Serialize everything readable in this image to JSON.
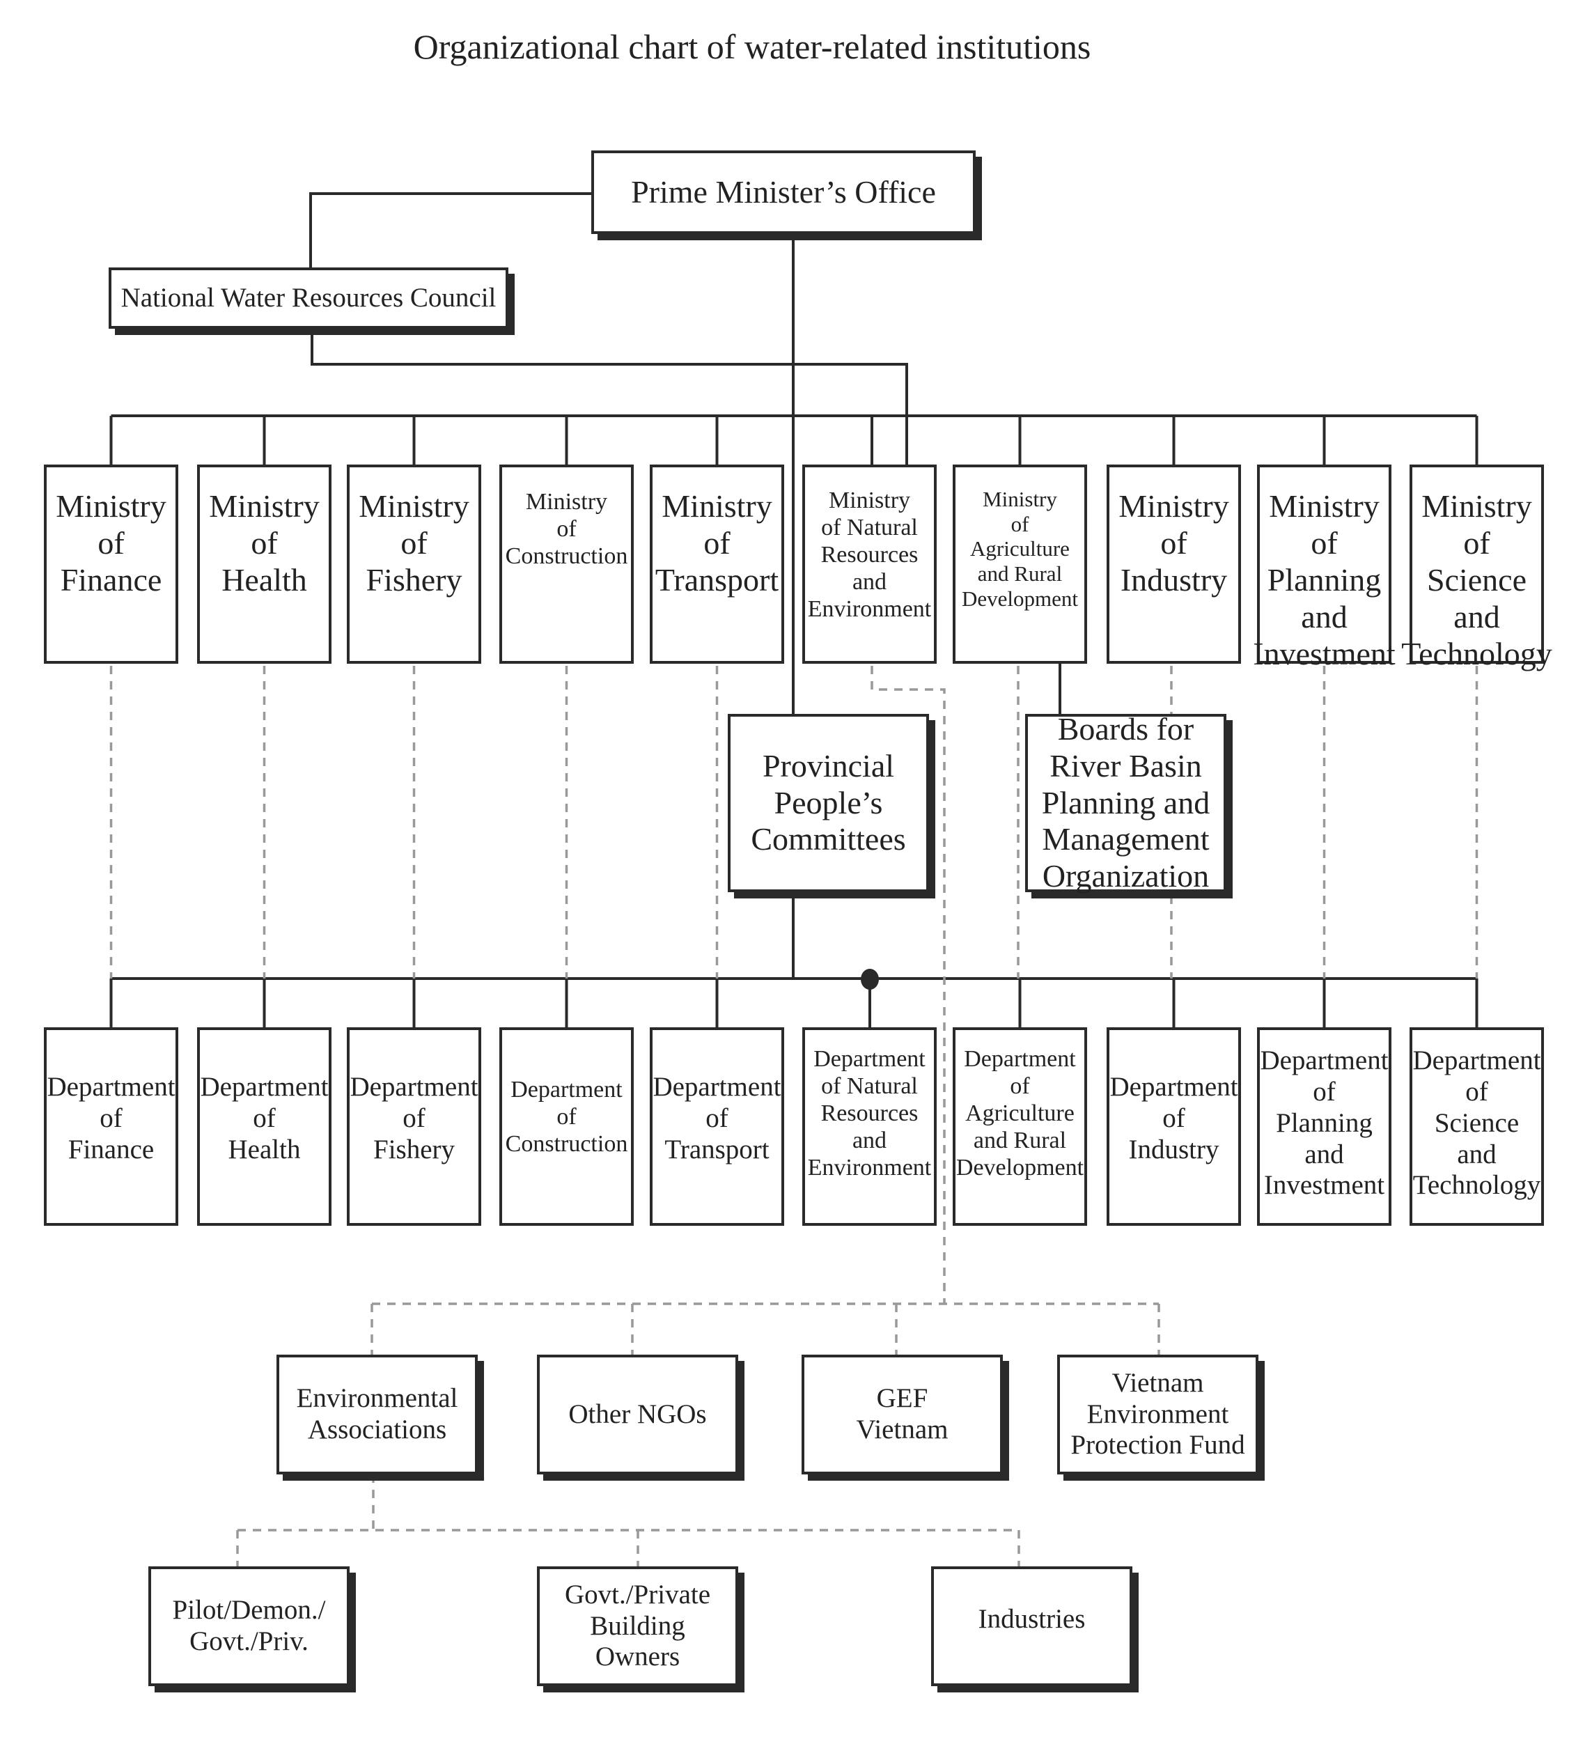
{
  "title": "Organizational chart of water-related institutions",
  "top": {
    "prime_minister": "Prime Minister’s Office",
    "council": "National Water Resources Council"
  },
  "ministries": [
    {
      "label": "Ministry\nof\nFinance"
    },
    {
      "label": "Ministry\nof\nHealth"
    },
    {
      "label": "Ministry\nof\nFishery"
    },
    {
      "label": "Ministry\nof\nConstruction"
    },
    {
      "label": "Ministry\nof\nTransport"
    },
    {
      "label": "Ministry\nof Natural\nResources\nand\nEnvironment"
    },
    {
      "label": "Ministry\nof\nAgriculture\nand Rural\nDevelopment"
    },
    {
      "label": "Ministry\nof\nIndustry"
    },
    {
      "label": "Ministry\nof\nPlanning\nand\nInvestment"
    },
    {
      "label": "Ministry\nof\nScience\nand\nTechnology"
    }
  ],
  "middle": {
    "provincial": "Provincial\nPeople’s\nCommittees",
    "boards": "Boards for\nRiver Basin\nPlanning and\nManagement\nOrganization"
  },
  "departments": [
    {
      "label": "Department\nof\nFinance"
    },
    {
      "label": "Department\nof\nHealth"
    },
    {
      "label": "Department\nof\nFishery"
    },
    {
      "label": "Department\nof\nConstruction"
    },
    {
      "label": "Department\nof\nTransport"
    },
    {
      "label": "Department\nof Natural\nResources\nand\nEnvironment"
    },
    {
      "label": "Department\nof\nAgriculture\nand Rural\nDevelopment"
    },
    {
      "label": "Department\nof\nIndustry"
    },
    {
      "label": "Department\nof\nPlanning\nand\nInvestment"
    },
    {
      "label": "Department\nof\nScience\nand\nTechnology"
    }
  ],
  "ngos": [
    {
      "label": "Environmental\nAssociations"
    },
    {
      "label": "Other NGOs"
    },
    {
      "label": "GEF\nVietnam"
    },
    {
      "label": "Vietnam\nEnvironment\nProtection Fund"
    }
  ],
  "sub_ngos": [
    {
      "label": "Pilot/Demon./\nGovt./Priv."
    },
    {
      "label": "Govt./Private\nBuilding\nOwners"
    },
    {
      "label": "Industries"
    }
  ],
  "colors": {
    "line": "#2a2a2a",
    "dashed": "#999999"
  }
}
